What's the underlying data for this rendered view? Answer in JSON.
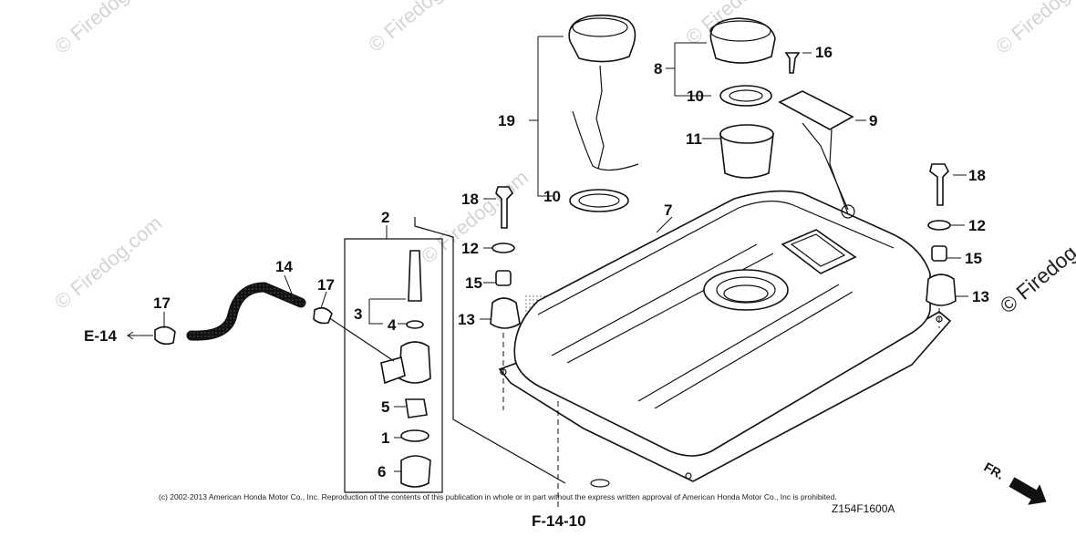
{
  "watermarks": [
    "© Firedog.com",
    "© Firedog.com",
    "© Firedog.com",
    "© Firedog.com",
    "© Firedog.com",
    "© Firedog.com",
    "© Firedog.com"
  ],
  "callouts": [
    "1",
    "2",
    "3",
    "4",
    "5",
    "6",
    "7",
    "8",
    "9",
    "10",
    "10",
    "11",
    "12",
    "12",
    "13",
    "13",
    "14",
    "15",
    "15",
    "16",
    "17",
    "17",
    "18",
    "18",
    "19"
  ],
  "references": {
    "left": "E-14",
    "bottom": "F-14-10",
    "front": "FR."
  },
  "copyright": "(c) 2002-2013 American Honda Motor Co., Inc. Reproduction of the contents of this publication in whole or in part without the express written approval of American Honda Motor Co., Inc is prohibited.",
  "diagram_code": "Z154F1600A",
  "colors": {
    "line": "#111111",
    "watermark": "#d4d4d4",
    "background": "#ffffff"
  }
}
